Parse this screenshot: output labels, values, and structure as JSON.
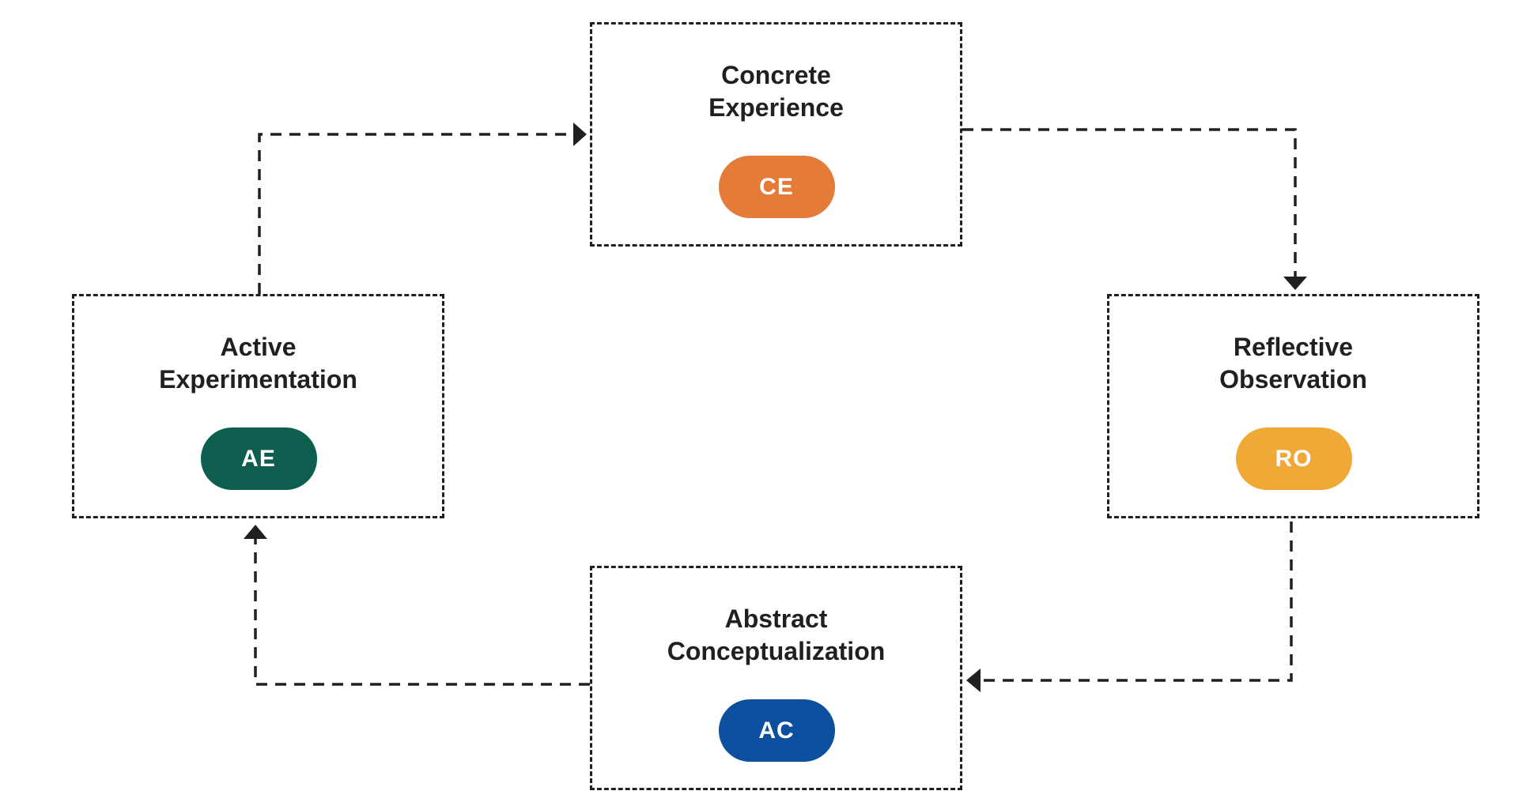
{
  "nodes": {
    "ce": {
      "title": "Concrete\nExperience",
      "badge": "CE",
      "color": "#e57b38"
    },
    "ro": {
      "title": "Reflective\nObservation",
      "badge": "RO",
      "color": "#f0a937"
    },
    "ac": {
      "title": "Abstract\nConceptualization",
      "badge": "AC",
      "color": "#0c4f9f"
    },
    "ae": {
      "title": "Active\nExperimentation",
      "badge": "AE",
      "color": "#0d5e4f"
    }
  },
  "colors": {
    "line": "#231f20",
    "background": "#ffffff"
  }
}
